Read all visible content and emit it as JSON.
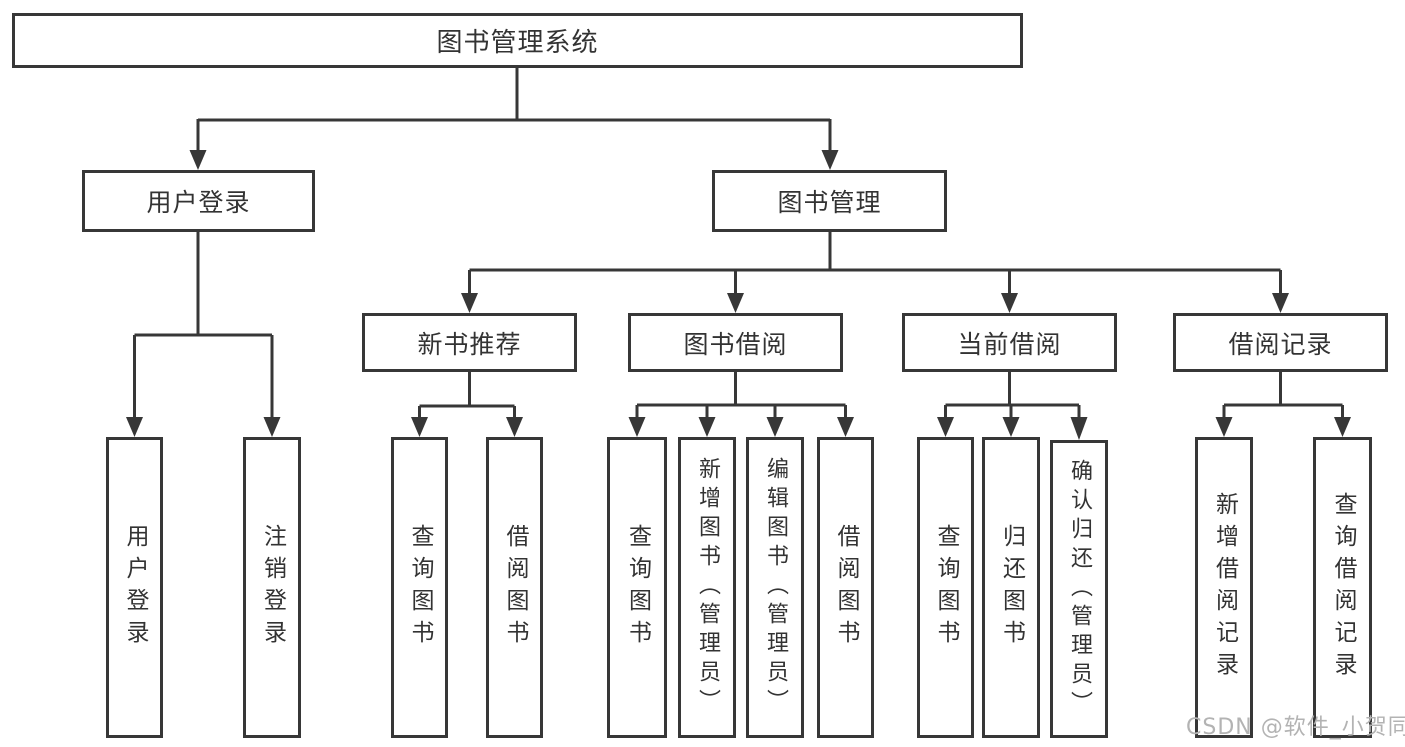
{
  "diagram_title": "图书管理系统",
  "nodes": {
    "root": "图书管理系统",
    "user_login": "用户登录",
    "book_mgmt": "图书管理",
    "new_book_rec": "新书推荐",
    "book_borrow": "图书借阅",
    "current_borrow": "当前借阅",
    "borrow_record": "借阅记录",
    "leaf_user_login": "用户登录",
    "leaf_logout": "注销登录",
    "leaf_query_book_1": "查询图书",
    "leaf_borrow_book_1": "借阅图书",
    "leaf_query_book_2": "查询图书",
    "leaf_add_book": "新增图书（管理员）",
    "leaf_edit_book": "编辑图书（管理员）",
    "leaf_borrow_book_2": "借阅图书",
    "leaf_query_book_3": "查询图书",
    "leaf_return_book": "归还图书",
    "leaf_confirm_return": "确认归还（管理员）",
    "leaf_add_record": "新增借阅记录",
    "leaf_query_record": "查询借阅记录"
  },
  "watermark": "CSDN @软件_小贺同学",
  "colors": {
    "line": "#373737",
    "text": "#333333",
    "watermark": "#b3b3b3",
    "background": "#ffffff"
  }
}
